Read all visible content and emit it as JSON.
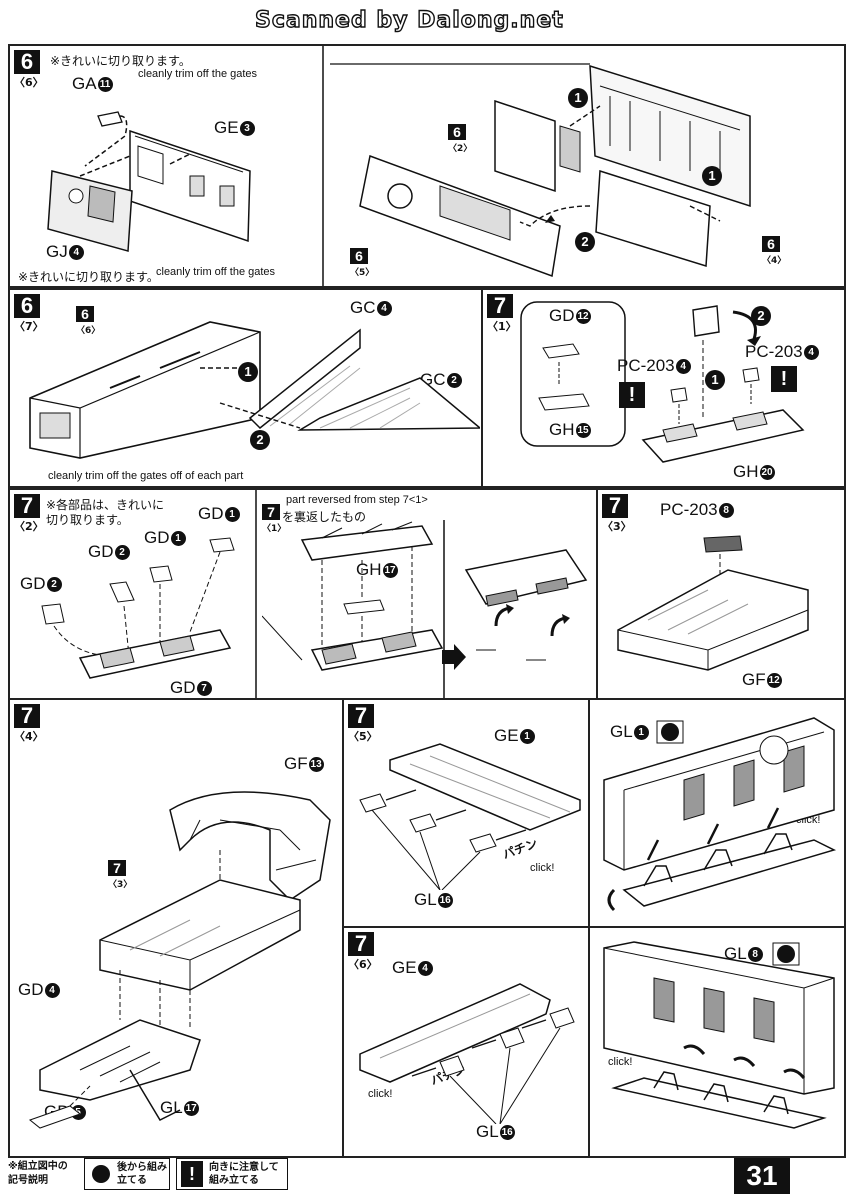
{
  "header": {
    "scan_credit": "Scanned by Dalong.net"
  },
  "step6_top": {
    "step": "6",
    "sub": "〈6〉",
    "note_jp_1": "※きれいに切り取ります。",
    "note_en_1": "cleanly trim off the gates",
    "note_jp_2": "※きれいに切り取ります。",
    "note_en_2": "cleanly trim off the gates",
    "parts": {
      "ga": "GA",
      "ga_n": "11",
      "ge": "GE",
      "ge_n": "3",
      "gj": "GJ",
      "gj_n": "4"
    },
    "ref_a": {
      "step": "6",
      "sub": "〈2〉"
    },
    "ref_b": {
      "step": "6",
      "sub": "〈5〉"
    },
    "ref_c": {
      "step": "6",
      "sub": "〈4〉"
    },
    "arrows": [
      "1",
      "1",
      "2"
    ]
  },
  "step6_mid": {
    "step": "6",
    "sub": "〈7〉",
    "ref": {
      "step": "6",
      "sub": "〈6〉"
    },
    "parts": {
      "gc1": "GC",
      "gc1_n": "4",
      "gc2": "GC",
      "gc2_n": "2"
    },
    "note_en": "cleanly trim off the gates off of each part",
    "arrows": [
      "1",
      "2"
    ]
  },
  "step7_1": {
    "step": "7",
    "sub": "〈1〉",
    "parts": {
      "gd": "GD",
      "gd_n": "12",
      "gh": "GH",
      "gh_n": "15",
      "pc_a": "PC-203",
      "pc_a_n": "4",
      "pc_b": "PC-203",
      "pc_b_n": "4",
      "gh2": "GH",
      "gh2_n": "20"
    },
    "arrows": [
      "1",
      "2"
    ],
    "warn": "!"
  },
  "step7_2": {
    "step": "7",
    "sub": "〈2〉",
    "note_jp": "※各部品は、きれいに切り取ります。",
    "parts": {
      "gd2a": "GD",
      "gd2a_n": "2",
      "gd2b": "GD",
      "gd2b_n": "2",
      "gd1a": "GD",
      "gd1a_n": "1",
      "gd1b": "GD",
      "gd1b_n": "1",
      "gd7": "GD",
      "gd7_n": "7",
      "gh17": "GH",
      "gh17_n": "17"
    },
    "ref": {
      "step": "7",
      "sub": "〈1〉"
    },
    "ref_note_en": "part reversed from step 7<1>",
    "ref_note_jp": "を裏返したもの"
  },
  "step7_3": {
    "step": "7",
    "sub": "〈3〉",
    "parts": {
      "pc": "PC-203",
      "pc_n": "8",
      "gf": "GF",
      "gf_n": "12"
    }
  },
  "step7_4": {
    "step": "7",
    "sub": "〈4〉",
    "ref": {
      "step": "7",
      "sub": "〈3〉"
    },
    "parts": {
      "gf": "GF",
      "gf_n": "13",
      "gd4": "GD",
      "gd4_n": "4",
      "gd5": "GD",
      "gd5_n": "5",
      "gl": "GL",
      "gl_n": "17"
    }
  },
  "step7_5": {
    "step": "7",
    "sub": "〈5〉",
    "parts": {
      "ge": "GE",
      "ge_n": "1",
      "gl16": "GL",
      "gl16_n": "16",
      "gl1": "GL",
      "gl1_n": "1"
    },
    "click": "click!",
    "click_jp": "パチン"
  },
  "step7_6": {
    "step": "7",
    "sub": "〈6〉",
    "parts": {
      "ge": "GE",
      "ge_n": "4",
      "gl16": "GL",
      "gl16_n": "16",
      "gl8": "GL",
      "gl8_n": "8"
    },
    "click": "click!",
    "click_jp": "パチン"
  },
  "footer": {
    "legend_title": "※組立図中の記号説明",
    "legend_back": "後から組み立てる",
    "legend_warn": "向きに注意して組み立てる",
    "page_number": "31"
  }
}
